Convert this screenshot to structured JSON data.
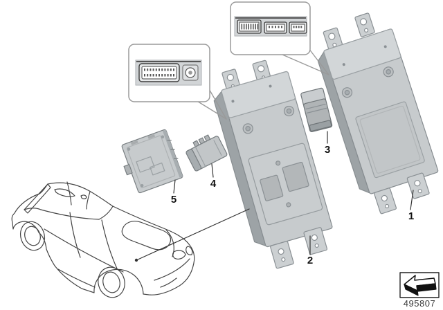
{
  "diagram": {
    "type": "vehicle-parts-diagram",
    "subject": "telematics-control-units",
    "part_labels": [
      {
        "label": "1"
      },
      {
        "label": "2"
      },
      {
        "label": "3"
      },
      {
        "label": "4"
      },
      {
        "label": "5"
      }
    ],
    "footer": {
      "part_number": "495807"
    },
    "icons": {
      "logo": "bent-arrow-catalog-logo",
      "callout_left": [
        "multi-pin-quadlock-connector",
        "coax-antenna-connector"
      ],
      "callout_top": [
        "pin-block-connector",
        "low-profile-connector",
        "low-profile-connector"
      ]
    },
    "colors": {
      "background": "#ffffff",
      "line": "#3c4043",
      "module_fill": "#c7cbcd",
      "module_shade": "#9da3a6",
      "module_light": "#dfe2e3",
      "callout_border": "#9a9a9a",
      "label_color": "#111111"
    }
  }
}
